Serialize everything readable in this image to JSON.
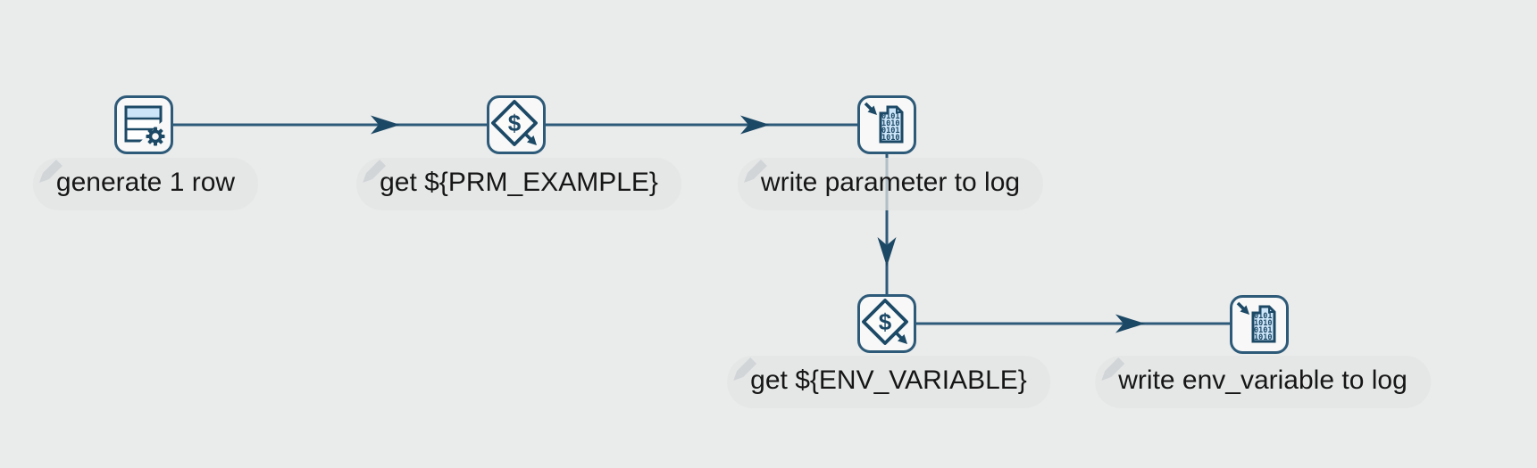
{
  "canvas": {
    "steps": [
      {
        "label": "generate 1 row",
        "icon": "generate-rows-icon"
      },
      {
        "label": "get ${PRM_EXAMPLE}",
        "icon": "get-variables-icon"
      },
      {
        "label": "write parameter to log",
        "icon": "write-to-log-icon"
      },
      {
        "label": "get ${ENV_VARIABLE}",
        "icon": "get-variables-icon"
      },
      {
        "label": "write env_variable to log",
        "icon": "write-to-log-icon"
      }
    ],
    "connections": [
      {
        "from": "generate 1 row",
        "to": "get ${PRM_EXAMPLE}"
      },
      {
        "from": "get ${PRM_EXAMPLE}",
        "to": "write parameter to log"
      },
      {
        "from": "write parameter to log",
        "to": "get ${ENV_VARIABLE}"
      },
      {
        "from": "get ${ENV_VARIABLE}",
        "to": "write env_variable to log"
      }
    ],
    "colors": {
      "canvas_background": "#eaebeb",
      "line": "#2d5a78",
      "arrow": "#1b4864",
      "node_border": "#2d5a78",
      "node_background": "#f7f8f7",
      "icon_accent": "#1c4966",
      "icon_light_blue": "#cde5f8",
      "label_background": "#e3e4e4",
      "label_text": "#161616",
      "pencil": "#d2d5d8"
    },
    "icon_glyphs": {
      "dollar": "$",
      "binary_lines": [
        "0101",
        "1010",
        "0101",
        "1010"
      ]
    }
  }
}
